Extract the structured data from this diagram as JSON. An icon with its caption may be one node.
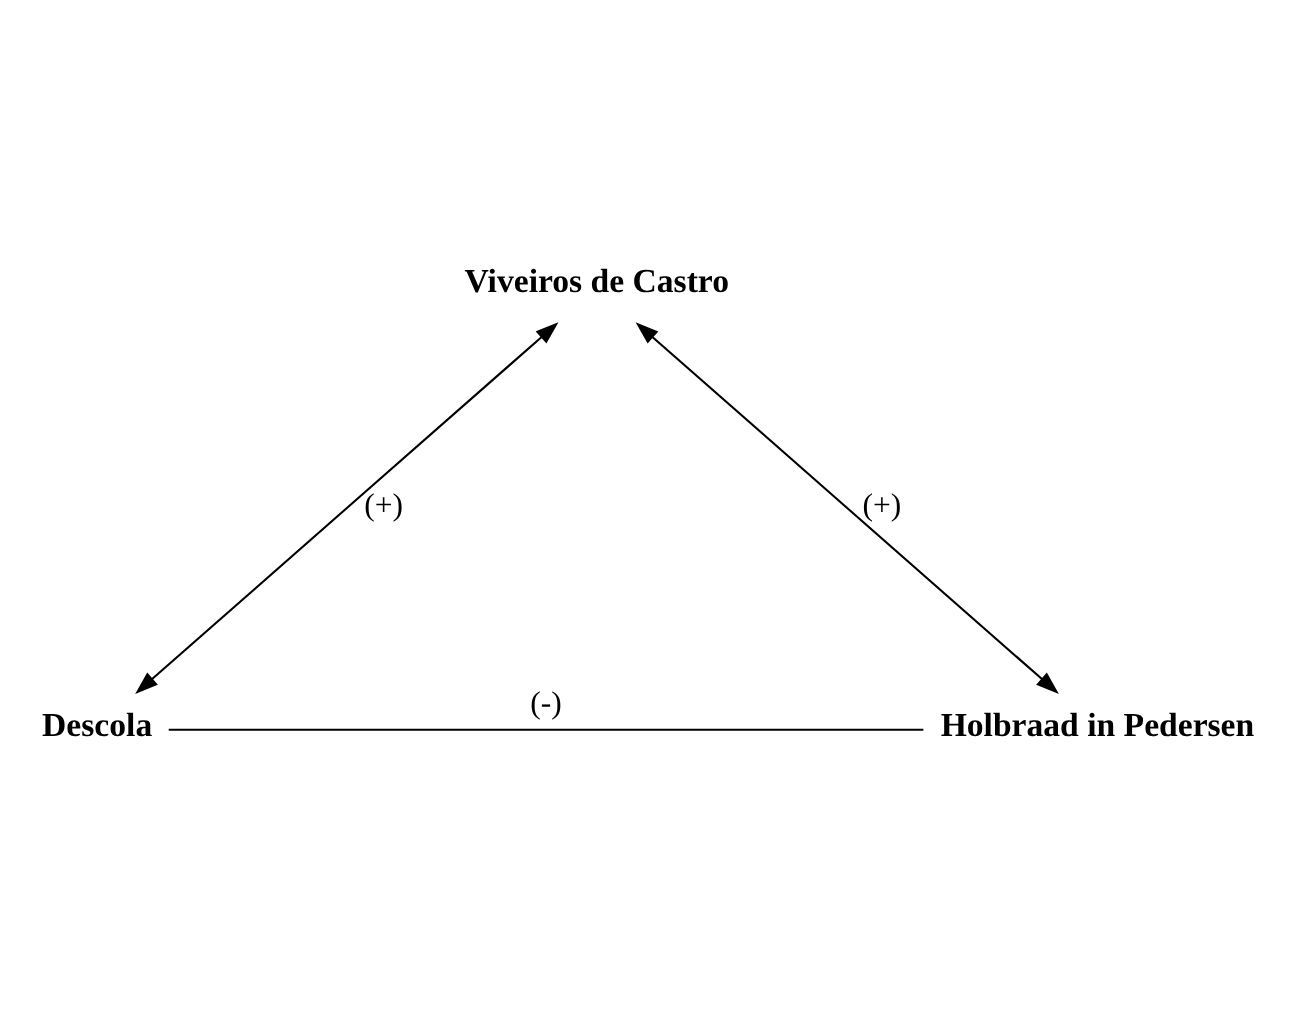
{
  "diagram": {
    "nodes": [
      {
        "text": [
          "Viveiros de Castro"
        ]
      },
      {
        "text": [
          "Descola"
        ]
      },
      {
        "text": [
          "Holbraad in Pedersen"
        ]
      }
    ],
    "edges": [
      {
        "from": 1,
        "to": 0,
        "arrow": "both",
        "label": "(+)"
      },
      {
        "from": 0,
        "to": 2,
        "arrow": "both",
        "label": "(+)"
      },
      {
        "from": 1,
        "to": 2,
        "arrow": "none",
        "label": "(-)"
      }
    ]
  }
}
